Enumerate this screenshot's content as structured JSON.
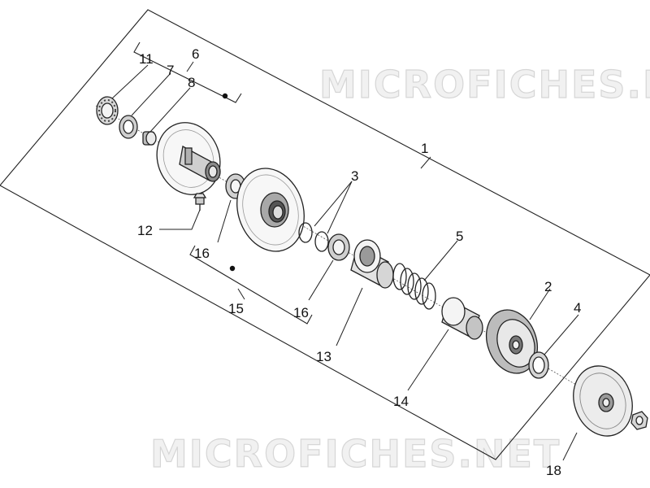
{
  "watermark": {
    "top": "MICROFICHES.NET",
    "bottom": "MICROFICHES.NET"
  },
  "callouts": {
    "n1": "1",
    "n2": "2",
    "n3": "3",
    "n4": "4",
    "n5": "5",
    "n6": "6",
    "n7": "7",
    "n8": "8",
    "n11": "11",
    "n12": "12",
    "n13": "13",
    "n14": "14",
    "n15": "15",
    "n16a": "16",
    "n16b": "16",
    "n18": "18"
  }
}
